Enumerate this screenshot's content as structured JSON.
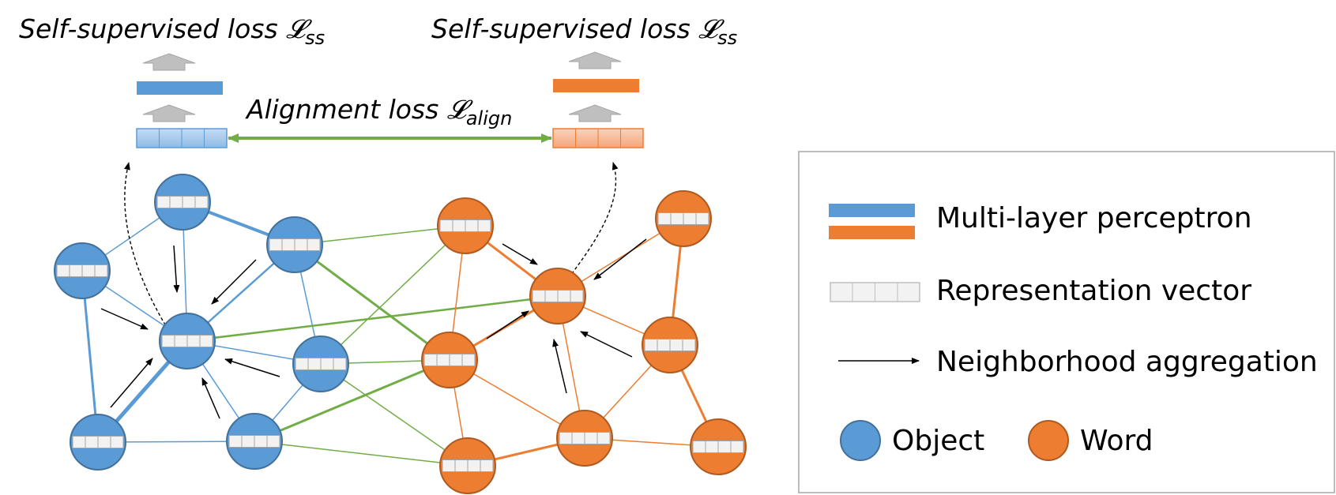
{
  "titles": {
    "ss_left": {
      "prefix": "Self-supervised loss ",
      "symbol": "𝓛",
      "subscript": "ss"
    },
    "ss_right": {
      "prefix": "Self-supervised loss ",
      "symbol": "𝓛",
      "subscript": "ss"
    },
    "align": {
      "prefix": "Alignment loss ",
      "symbol": "𝓛",
      "subscript": "align"
    }
  },
  "legend": {
    "mlp": "Multi-layer perceptron",
    "rep": "Representation vector",
    "agg": "Neighborhood aggregation",
    "object": "Object",
    "word": "Word"
  },
  "colors": {
    "object": "#5b9bd5",
    "object_border": "#41719c",
    "word": "#ed7d31",
    "word_border": "#ae5a21",
    "object_edge": "#5b9bd5",
    "word_edge": "#ed7d31",
    "cross_edge": "#70ad47",
    "align_arrow": "#70ad47"
  }
}
